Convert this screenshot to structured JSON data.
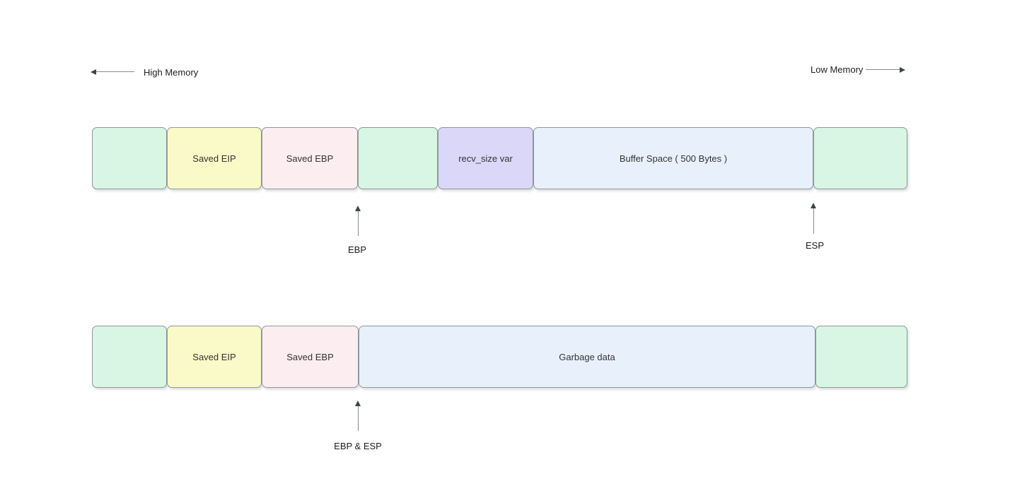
{
  "header": {
    "high_memory_label": "High Memory",
    "low_memory_label": "Low Memory"
  },
  "colors": {
    "green": "#d8f6e3",
    "yellow": "#fafac8",
    "pink": "#fcedf0",
    "purple": "#dbd7f8",
    "blue": "#e8f1fb",
    "segment_border": "#8f989e",
    "arrow_line": "#8c8c8c",
    "arrow_head": "#3c434d",
    "text": "#333333"
  },
  "diagram": {
    "bars": [
      {
        "name": "stack-with-buffer",
        "segments": [
          {
            "label": "",
            "color": "green"
          },
          {
            "label": "Saved EIP",
            "color": "yellow"
          },
          {
            "label": "Saved EBP",
            "color": "pink"
          },
          {
            "label": "",
            "color": "green"
          },
          {
            "label": "recv_size var",
            "color": "purple"
          },
          {
            "label": "Buffer Space ( 500 Bytes )",
            "color": "blue"
          },
          {
            "label": "",
            "color": "green"
          }
        ],
        "pointers": [
          {
            "label": "EBP"
          },
          {
            "label": "ESP"
          }
        ]
      },
      {
        "name": "stack-after-overflow",
        "segments": [
          {
            "label": "",
            "color": "green"
          },
          {
            "label": "Saved EIP",
            "color": "yellow"
          },
          {
            "label": "Saved EBP",
            "color": "pink"
          },
          {
            "label": "Garbage data",
            "color": "blue"
          },
          {
            "label": "",
            "color": "green"
          }
        ],
        "pointers": [
          {
            "label": "EBP & ESP"
          }
        ]
      }
    ]
  }
}
